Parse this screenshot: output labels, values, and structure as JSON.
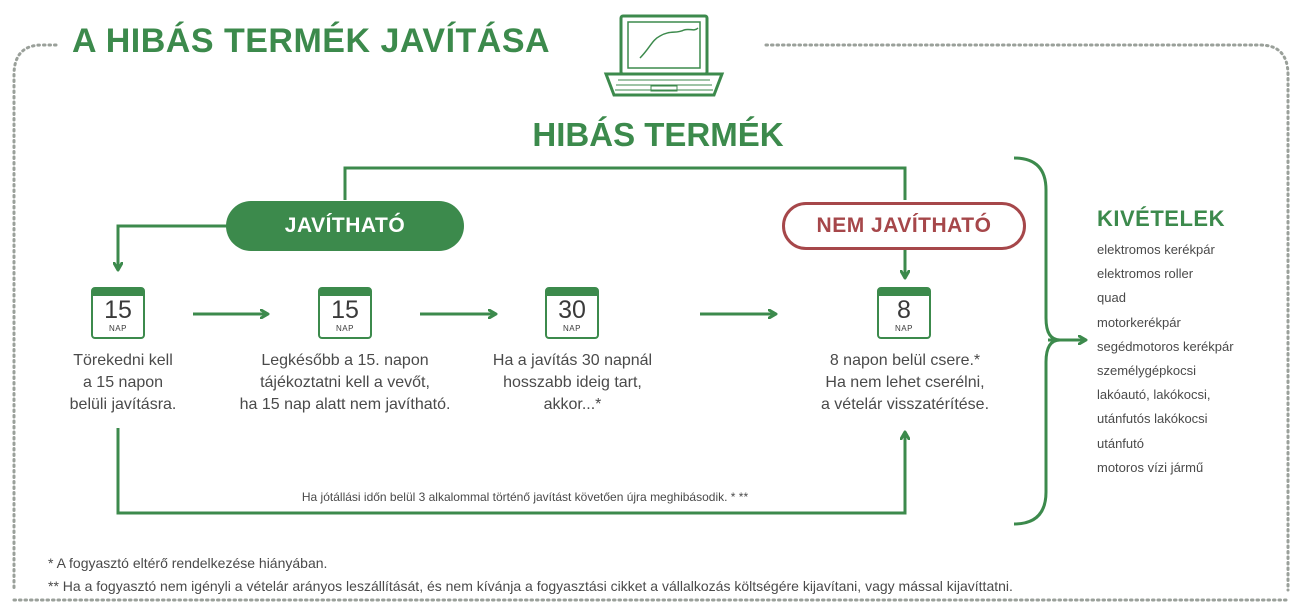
{
  "title": "A HIBÁS TERMÉK JAVÍTÁSA",
  "subtitle": "HIBÁS TERMÉK",
  "branches": {
    "repairable": "JAVÍTHATÓ",
    "not_repairable": "NEM JAVÍTHATÓ"
  },
  "steps": [
    {
      "days": "15",
      "unit": "NAP",
      "lines": [
        "Törekedni kell",
        "a 15 napon",
        "belüli javításra."
      ]
    },
    {
      "days": "15",
      "unit": "NAP",
      "lines": [
        "Legkésőbb a 15. napon",
        "tájékoztatni kell a vevőt,",
        "ha 15 nap alatt nem javítható."
      ]
    },
    {
      "days": "30",
      "unit": "NAP",
      "lines": [
        "Ha a javítás 30 napnál",
        "hosszabb ideig tart,",
        "akkor...*"
      ]
    },
    {
      "days": "8",
      "unit": "NAP",
      "lines": [
        "8 napon belül csere.*",
        "Ha nem lehet cserélni,",
        "a vételár visszatérítése."
      ]
    }
  ],
  "loop_label": "Ha jótállási időn belül 3 alkalommal történő javítást követően újra meghibásodik. * **",
  "exceptions": {
    "title": "KIVÉTELEK",
    "items": [
      "elektromos kerékpár",
      "elektromos roller",
      "quad",
      "motorkerékpár",
      "segédmotoros kerékpár",
      "személygépkocsi",
      "lakóautó, lakókocsi,",
      "utánfutós lakókocsi",
      "utánfutó",
      "motoros vízi jármű"
    ]
  },
  "footnotes": [
    "* A fogyasztó eltérő rendelkezése hiányában.",
    "** Ha a fogyasztó nem igényli a vételár arányos leszállítását, és nem kívánja a fogyasztási cikket a vállalkozás költségére kijavítani, vagy mással kijavíttatni."
  ],
  "icons": {
    "header": "laptop-icon",
    "step": "calendar-icon"
  },
  "colors": {
    "green": "#3c8a4c",
    "red": "#a6474a",
    "text": "#4a4a4a",
    "frame_dots": "#9aa09a"
  }
}
